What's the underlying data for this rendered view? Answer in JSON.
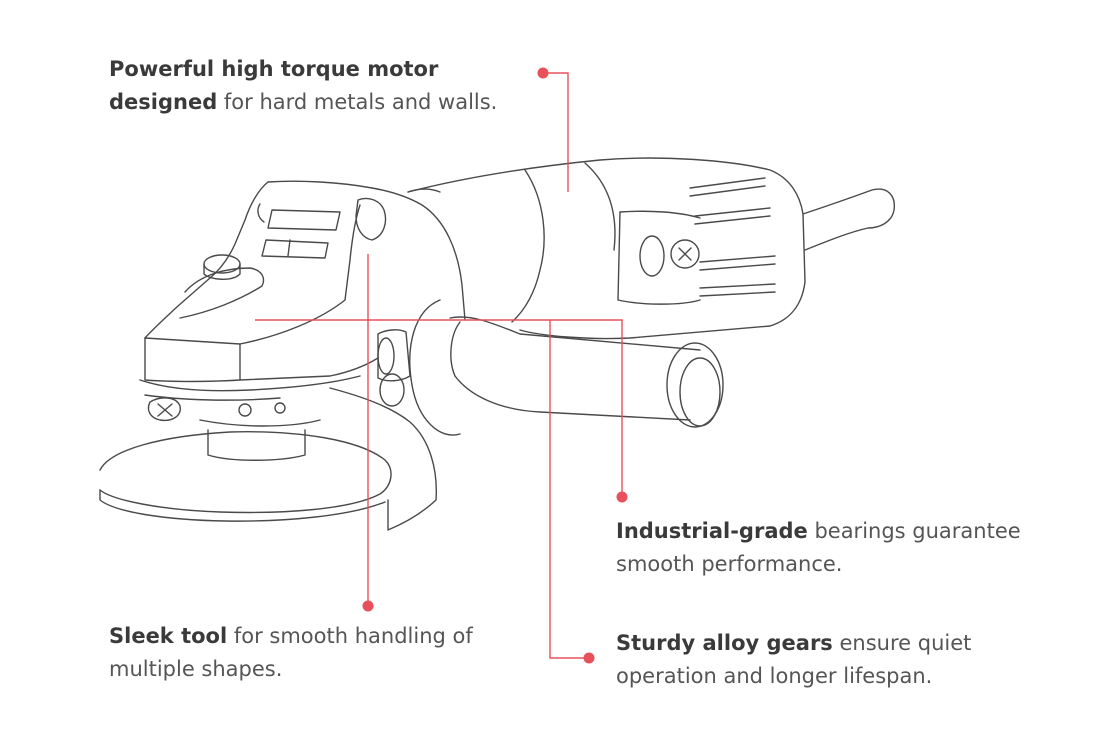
{
  "colors": {
    "accent": "#e8505b",
    "line_art": "#4a4a4a",
    "text": "#555555",
    "text_bold": "#3a3a3a",
    "background": "#ffffff"
  },
  "illustration": "angle grinder line drawing",
  "callouts": {
    "motor": {
      "bold": "Powerful high torque motor designed",
      "rest": " for hard metals and walls."
    },
    "sleek": {
      "bold": "Sleek tool",
      "rest": " for smooth handling of multiple shapes."
    },
    "bearings": {
      "bold": "Industrial-grade",
      "rest": " bearings guarantee smooth performance."
    },
    "gears": {
      "bold": "Sturdy alloy gears",
      "rest": " ensure quiet operation and longer lifespan."
    }
  }
}
